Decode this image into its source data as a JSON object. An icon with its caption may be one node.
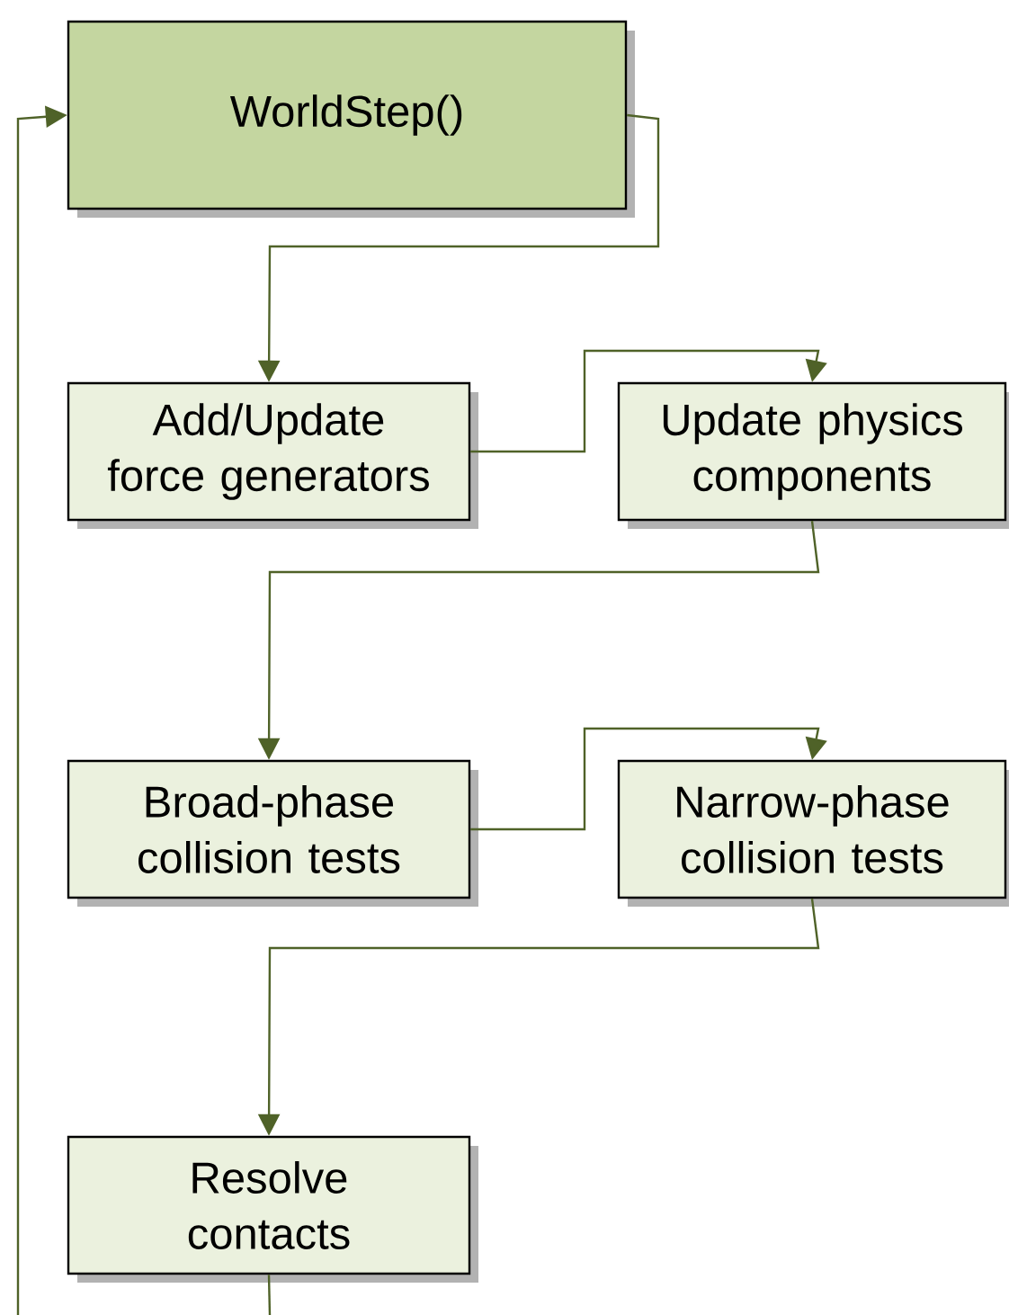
{
  "diagram": {
    "nodes": [
      {
        "text": [
          "WorldStep()"
        ]
      },
      {
        "text": [
          "Add/Update force generators"
        ]
      },
      {
        "text": [
          "Update physics components"
        ]
      },
      {
        "text": [
          "Broad-phase collision tests"
        ]
      },
      {
        "text": [
          "Narrow-phase collision tests"
        ]
      },
      {
        "text": [
          "Resolve contacts"
        ]
      }
    ],
    "edges": [
      {
        "from": 0,
        "to": 1,
        "arrow": "to"
      },
      {
        "from": 1,
        "to": 2,
        "arrow": "to"
      },
      {
        "from": 2,
        "to": 3,
        "arrow": "to"
      },
      {
        "from": 3,
        "to": 4,
        "arrow": "to"
      },
      {
        "from": 4,
        "to": 5,
        "arrow": "to"
      },
      {
        "from": 5,
        "to": null,
        "arrow": "none"
      },
      {
        "from": null,
        "to": 0,
        "arrow": "to"
      }
    ]
  }
}
